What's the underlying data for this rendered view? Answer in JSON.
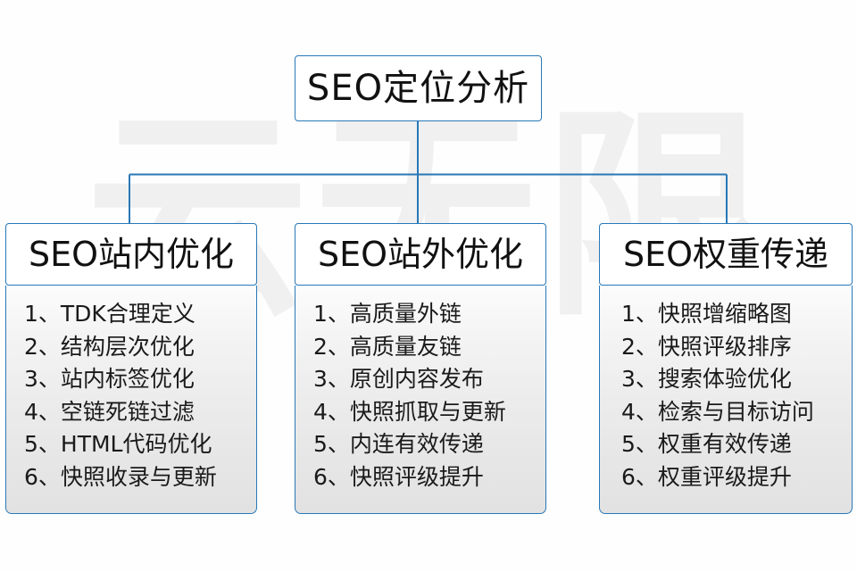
{
  "diagram": {
    "root": {
      "label": "SEO定位分析"
    },
    "watermark_text": "云无限",
    "colors": {
      "border": "#2878b8",
      "connector": "#2878b8",
      "text": "#111111",
      "body_bg_top": "#fcfcfc",
      "body_bg_bottom": "#e2e2e2",
      "watermark": "rgba(0,0,0,0.055)"
    },
    "columns": [
      {
        "header": "SEO站内优化",
        "items": [
          "1、TDK合理定义",
          "2、结构层次优化",
          "3、站内标签优化",
          "4、空链死链过滤",
          "5、HTML代码优化",
          "6、快照收录与更新"
        ]
      },
      {
        "header": "SEO站外优化",
        "items": [
          "1、高质量外链",
          "2、高质量友链",
          "3、原创内容发布",
          "4、快照抓取与更新",
          "5、内连有效传递",
          "6、快照评级提升"
        ]
      },
      {
        "header": "SEO权重传递",
        "items": [
          "1、快照增缩略图",
          "2、快照评级排序",
          "3、搜索体验优化",
          "4、检索与目标访问",
          "5、权重有效传递",
          "6、权重评级提升"
        ]
      }
    ]
  }
}
